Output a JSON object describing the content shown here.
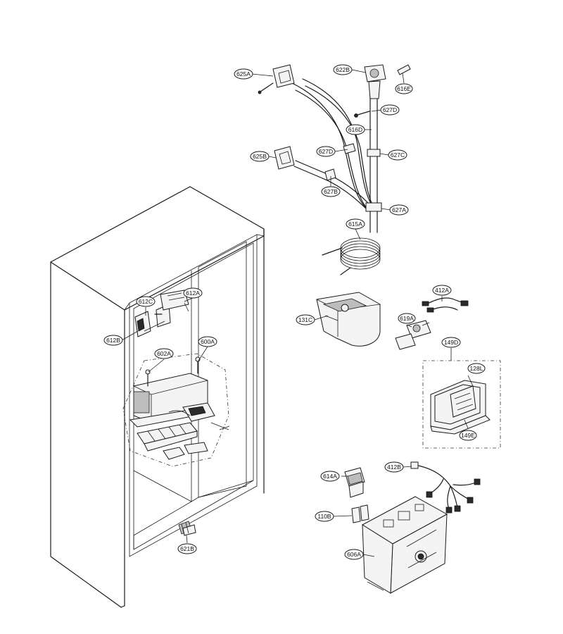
{
  "callouts": [
    {
      "id": "625A",
      "label": "625A"
    },
    {
      "id": "622B",
      "label": "622B"
    },
    {
      "id": "616E",
      "label": "616E"
    },
    {
      "id": "627D_top",
      "label": "627D"
    },
    {
      "id": "616D",
      "label": "616D"
    },
    {
      "id": "627D_mid",
      "label": "627D"
    },
    {
      "id": "625B",
      "label": "625B"
    },
    {
      "id": "627C",
      "label": "627C"
    },
    {
      "id": "627B",
      "label": "627B"
    },
    {
      "id": "627A",
      "label": "627A"
    },
    {
      "id": "615A",
      "label": "615A"
    },
    {
      "id": "412A",
      "label": "412A"
    },
    {
      "id": "612A",
      "label": "612A"
    },
    {
      "id": "612C",
      "label": "612C"
    },
    {
      "id": "131C",
      "label": "131C"
    },
    {
      "id": "619A",
      "label": "619A"
    },
    {
      "id": "612B",
      "label": "612B"
    },
    {
      "id": "600A",
      "label": "600A"
    },
    {
      "id": "149D",
      "label": "149D"
    },
    {
      "id": "602A",
      "label": "602A"
    },
    {
      "id": "128L",
      "label": "128L"
    },
    {
      "id": "149E",
      "label": "149E"
    },
    {
      "id": "412B",
      "label": "412B"
    },
    {
      "id": "614A",
      "label": "614A"
    },
    {
      "id": "110B",
      "label": "110B"
    },
    {
      "id": "606A",
      "label": "606A"
    },
    {
      "id": "621B",
      "label": "621B"
    }
  ]
}
